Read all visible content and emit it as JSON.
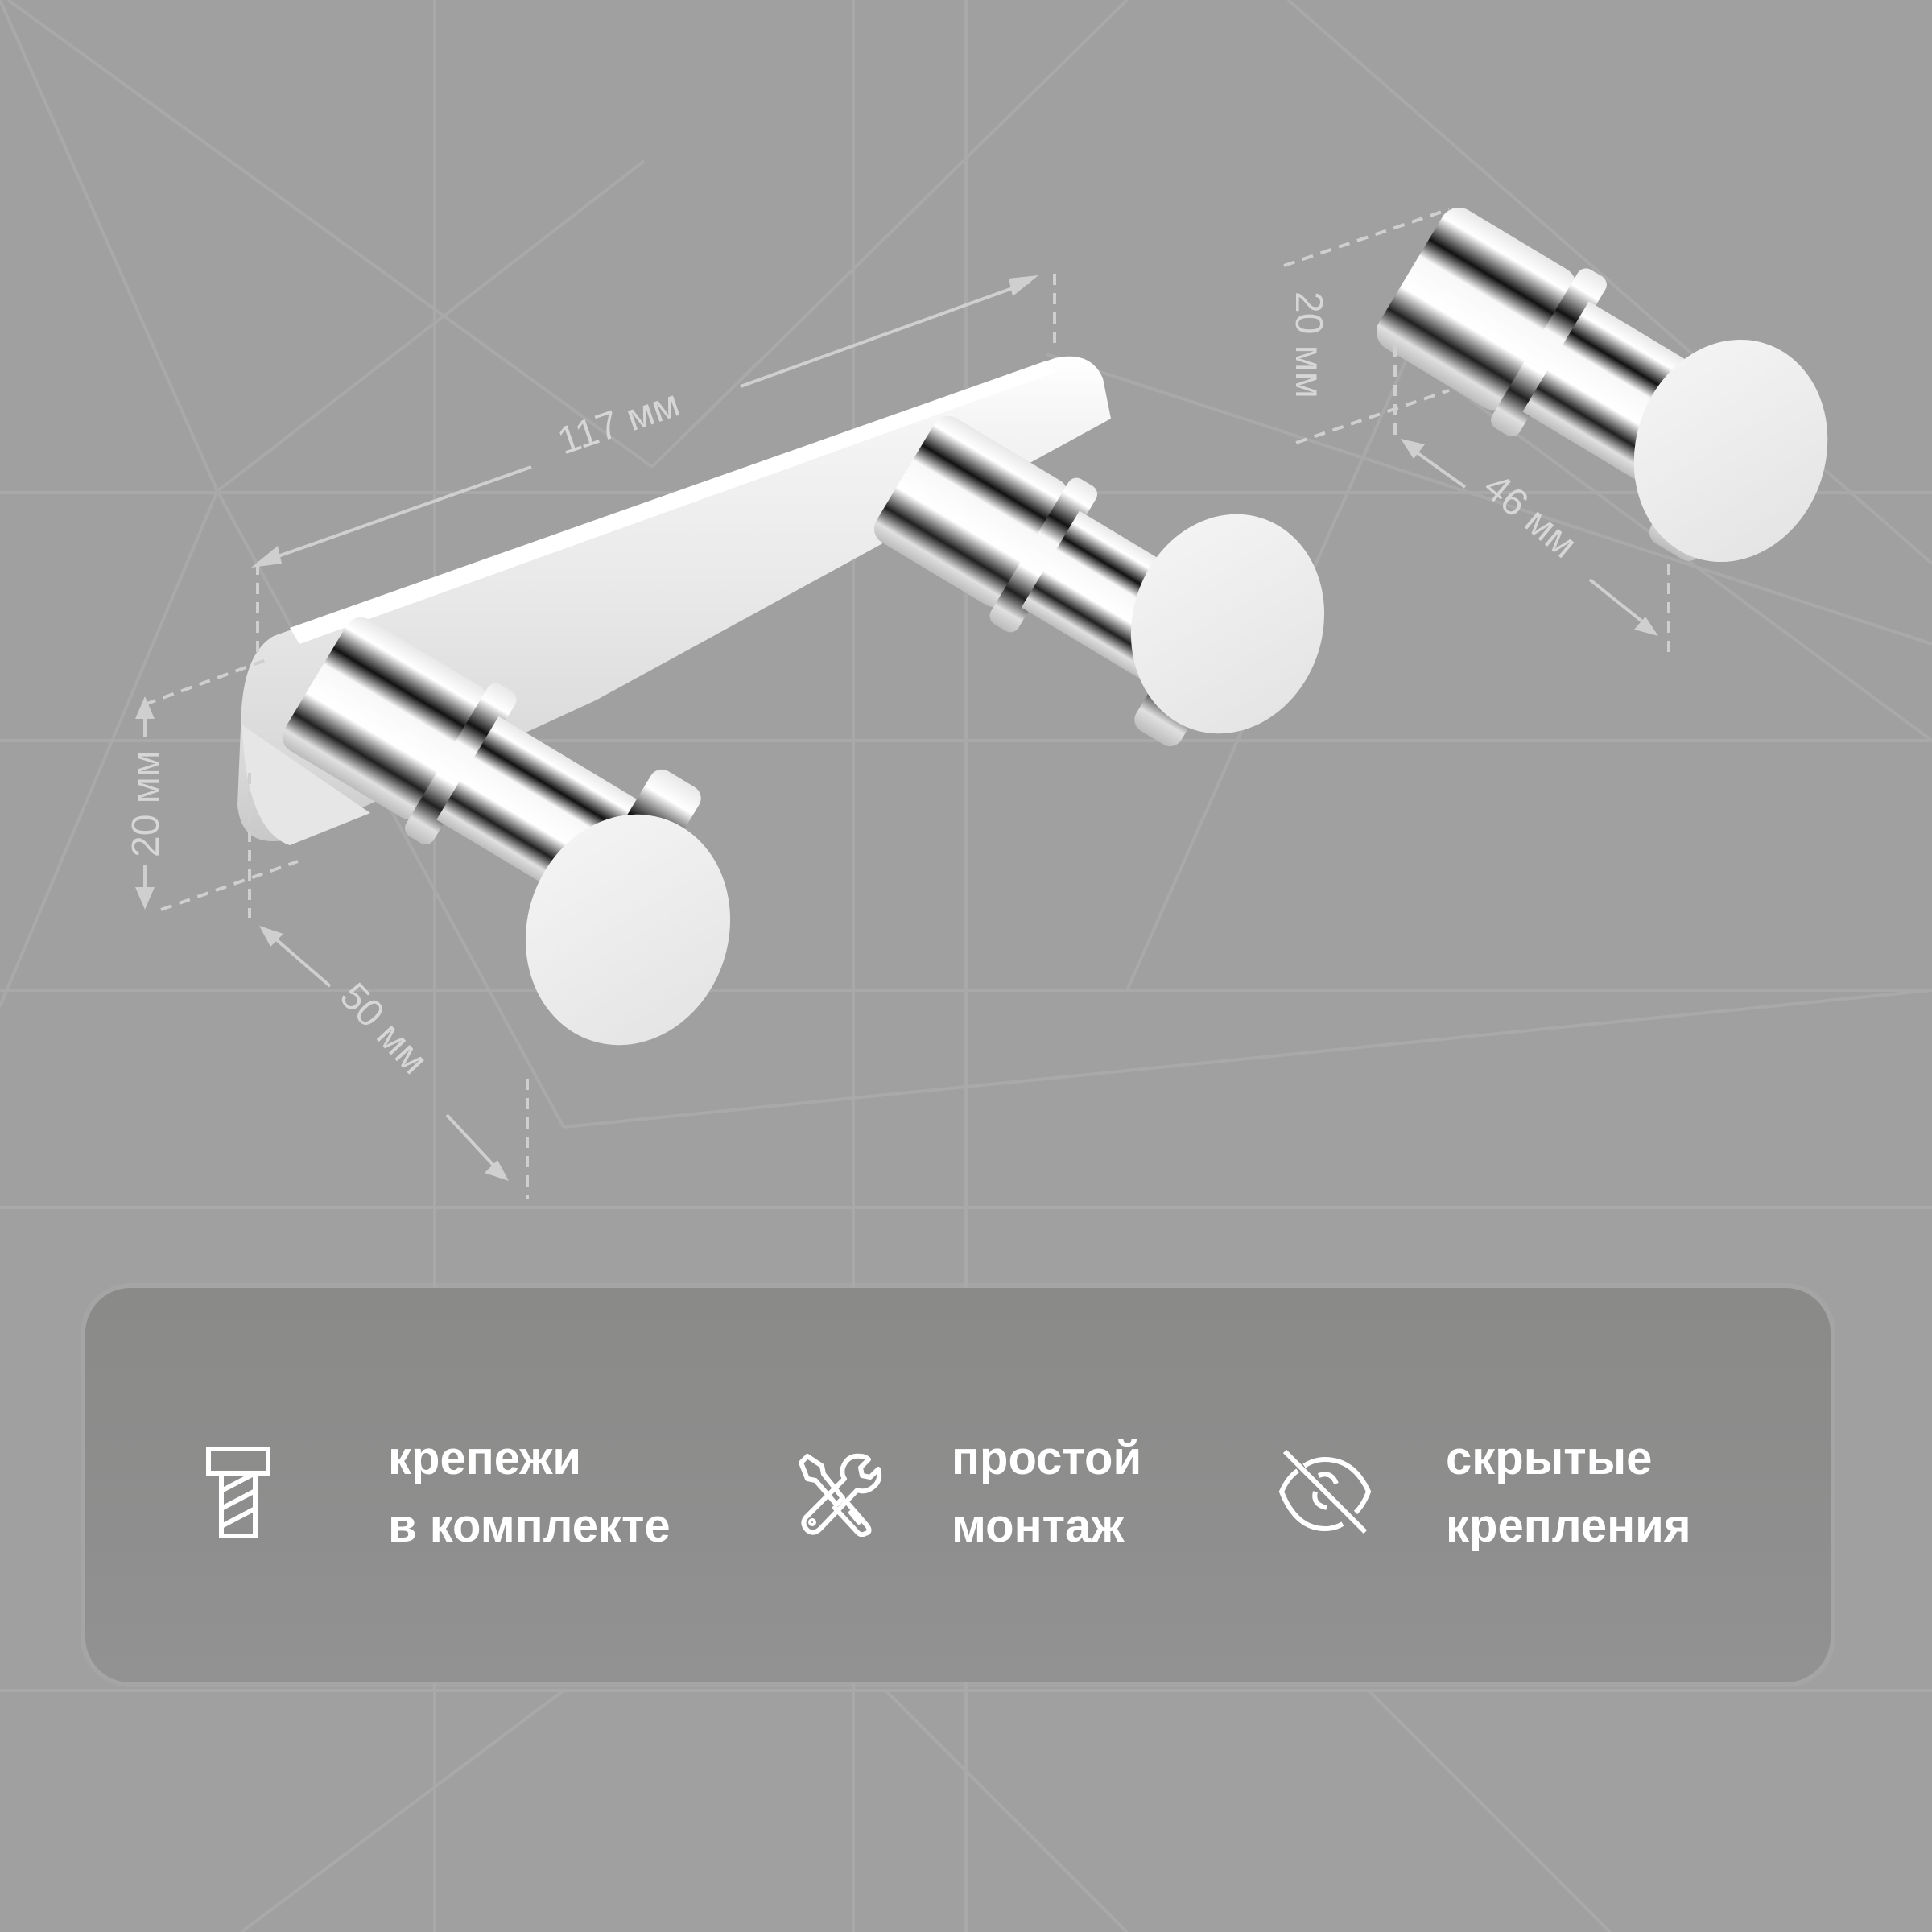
{
  "colors": {
    "background": "#a0a0a0",
    "background_lines": "#aaaaaa",
    "dimension": "#d6d6d6",
    "panel": "#8c8c8b",
    "panel_text": "#ffffff"
  },
  "dimensions": {
    "double_hook_length": "117 мм",
    "double_hook_height": "20 мм",
    "double_hook_depth": "50 мм",
    "single_hook_height": "20 мм",
    "single_hook_depth": "46 мм"
  },
  "features": [
    {
      "icon": "screw-icon",
      "line1": "крепежи",
      "line2": "в комплекте"
    },
    {
      "icon": "tools-icon",
      "line1": "простой",
      "line2": "монтаж"
    },
    {
      "icon": "eye-off-icon",
      "line1": "скрытые",
      "line2": "крепления"
    }
  ]
}
